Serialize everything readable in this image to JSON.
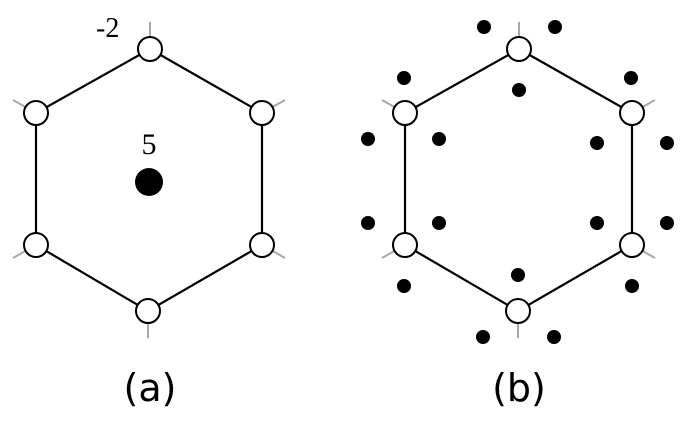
{
  "panels": [
    {
      "id": "a",
      "caption": "(a)",
      "vertex_label": "-2",
      "center_label": "5"
    },
    {
      "id": "b",
      "caption": "(b)"
    }
  ],
  "colors": {
    "edge": "#000000",
    "stub": "#a8a8a8",
    "vertex_fill": "#ffffff",
    "dot": "#000000"
  }
}
